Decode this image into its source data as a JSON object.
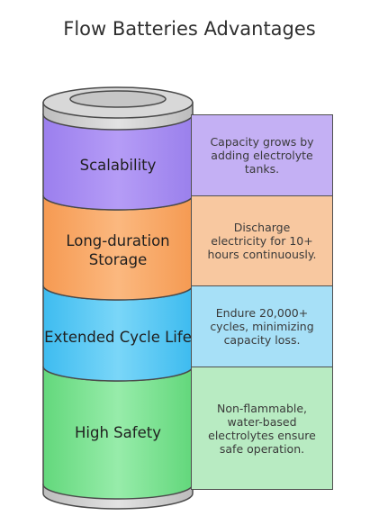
{
  "title": "Flow Batteries Advantages",
  "segments": [
    {
      "label": "Scalability",
      "description": "Capacity grows by adding electrolyte tanks.",
      "color": "#a88ef2"
    },
    {
      "label": "Long-duration Storage",
      "description": "Discharge electricity for 10+ hours continuously.",
      "color": "#f9a664"
    },
    {
      "label": "Extended Cycle Life",
      "description": "Endure 20,000+ cycles, minimizing capacity loss.",
      "color": "#56c8f3"
    },
    {
      "label": "High Safety",
      "description": "Non-flammable, water-based electrolytes ensure safe operation.",
      "color": "#7ee191"
    }
  ]
}
